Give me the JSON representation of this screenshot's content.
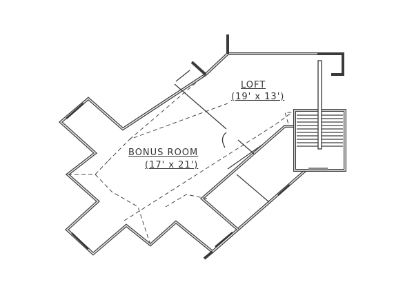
{
  "rooms": [
    {
      "name": "LOFT",
      "dimensions": "(19' x 13')"
    },
    {
      "name": "BONUS ROOM",
      "dimensions": "(17' x 21')"
    }
  ]
}
